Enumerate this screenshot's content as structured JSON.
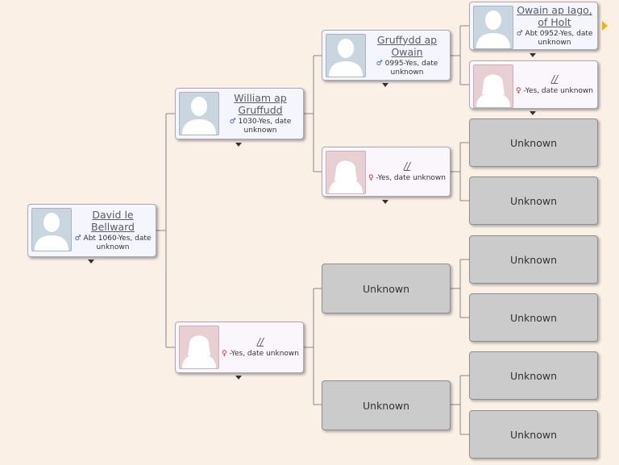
{
  "people": {
    "david": {
      "name": "David le Bellward",
      "gender_symbol": "♂",
      "dates": "Abt 1060-Yes, date unknown"
    },
    "william": {
      "name": "William ap Gruffudd",
      "gender_symbol": "♂",
      "dates": "1030-Yes, date unknown"
    },
    "mother_of_david": {
      "name": "//",
      "gender_symbol": "♀",
      "dates": "-Yes, date unknown"
    },
    "gruffydd": {
      "name": "Gruffydd ap Owain",
      "gender_symbol": "♂",
      "dates": "0995-Yes, date unknown"
    },
    "mother_of_william": {
      "name": "//",
      "gender_symbol": "♀",
      "dates": "-Yes, date unknown"
    },
    "owain": {
      "name": "Owain ap Iago, of Holt",
      "gender_symbol": "♂",
      "dates": "Abt 0952-Yes, date unknown"
    },
    "mother_of_gruffydd": {
      "name": "//",
      "gender_symbol": "♀",
      "dates": "-Yes, date unknown"
    }
  },
  "unknown": {
    "label": "Unknown"
  },
  "colors": {
    "background": "#faf0e6",
    "male_symbol": "#3b56b8",
    "female_symbol": "#d22a2a",
    "unknown_box": "#cbcbcb",
    "more_arrow": "#f2b400"
  }
}
